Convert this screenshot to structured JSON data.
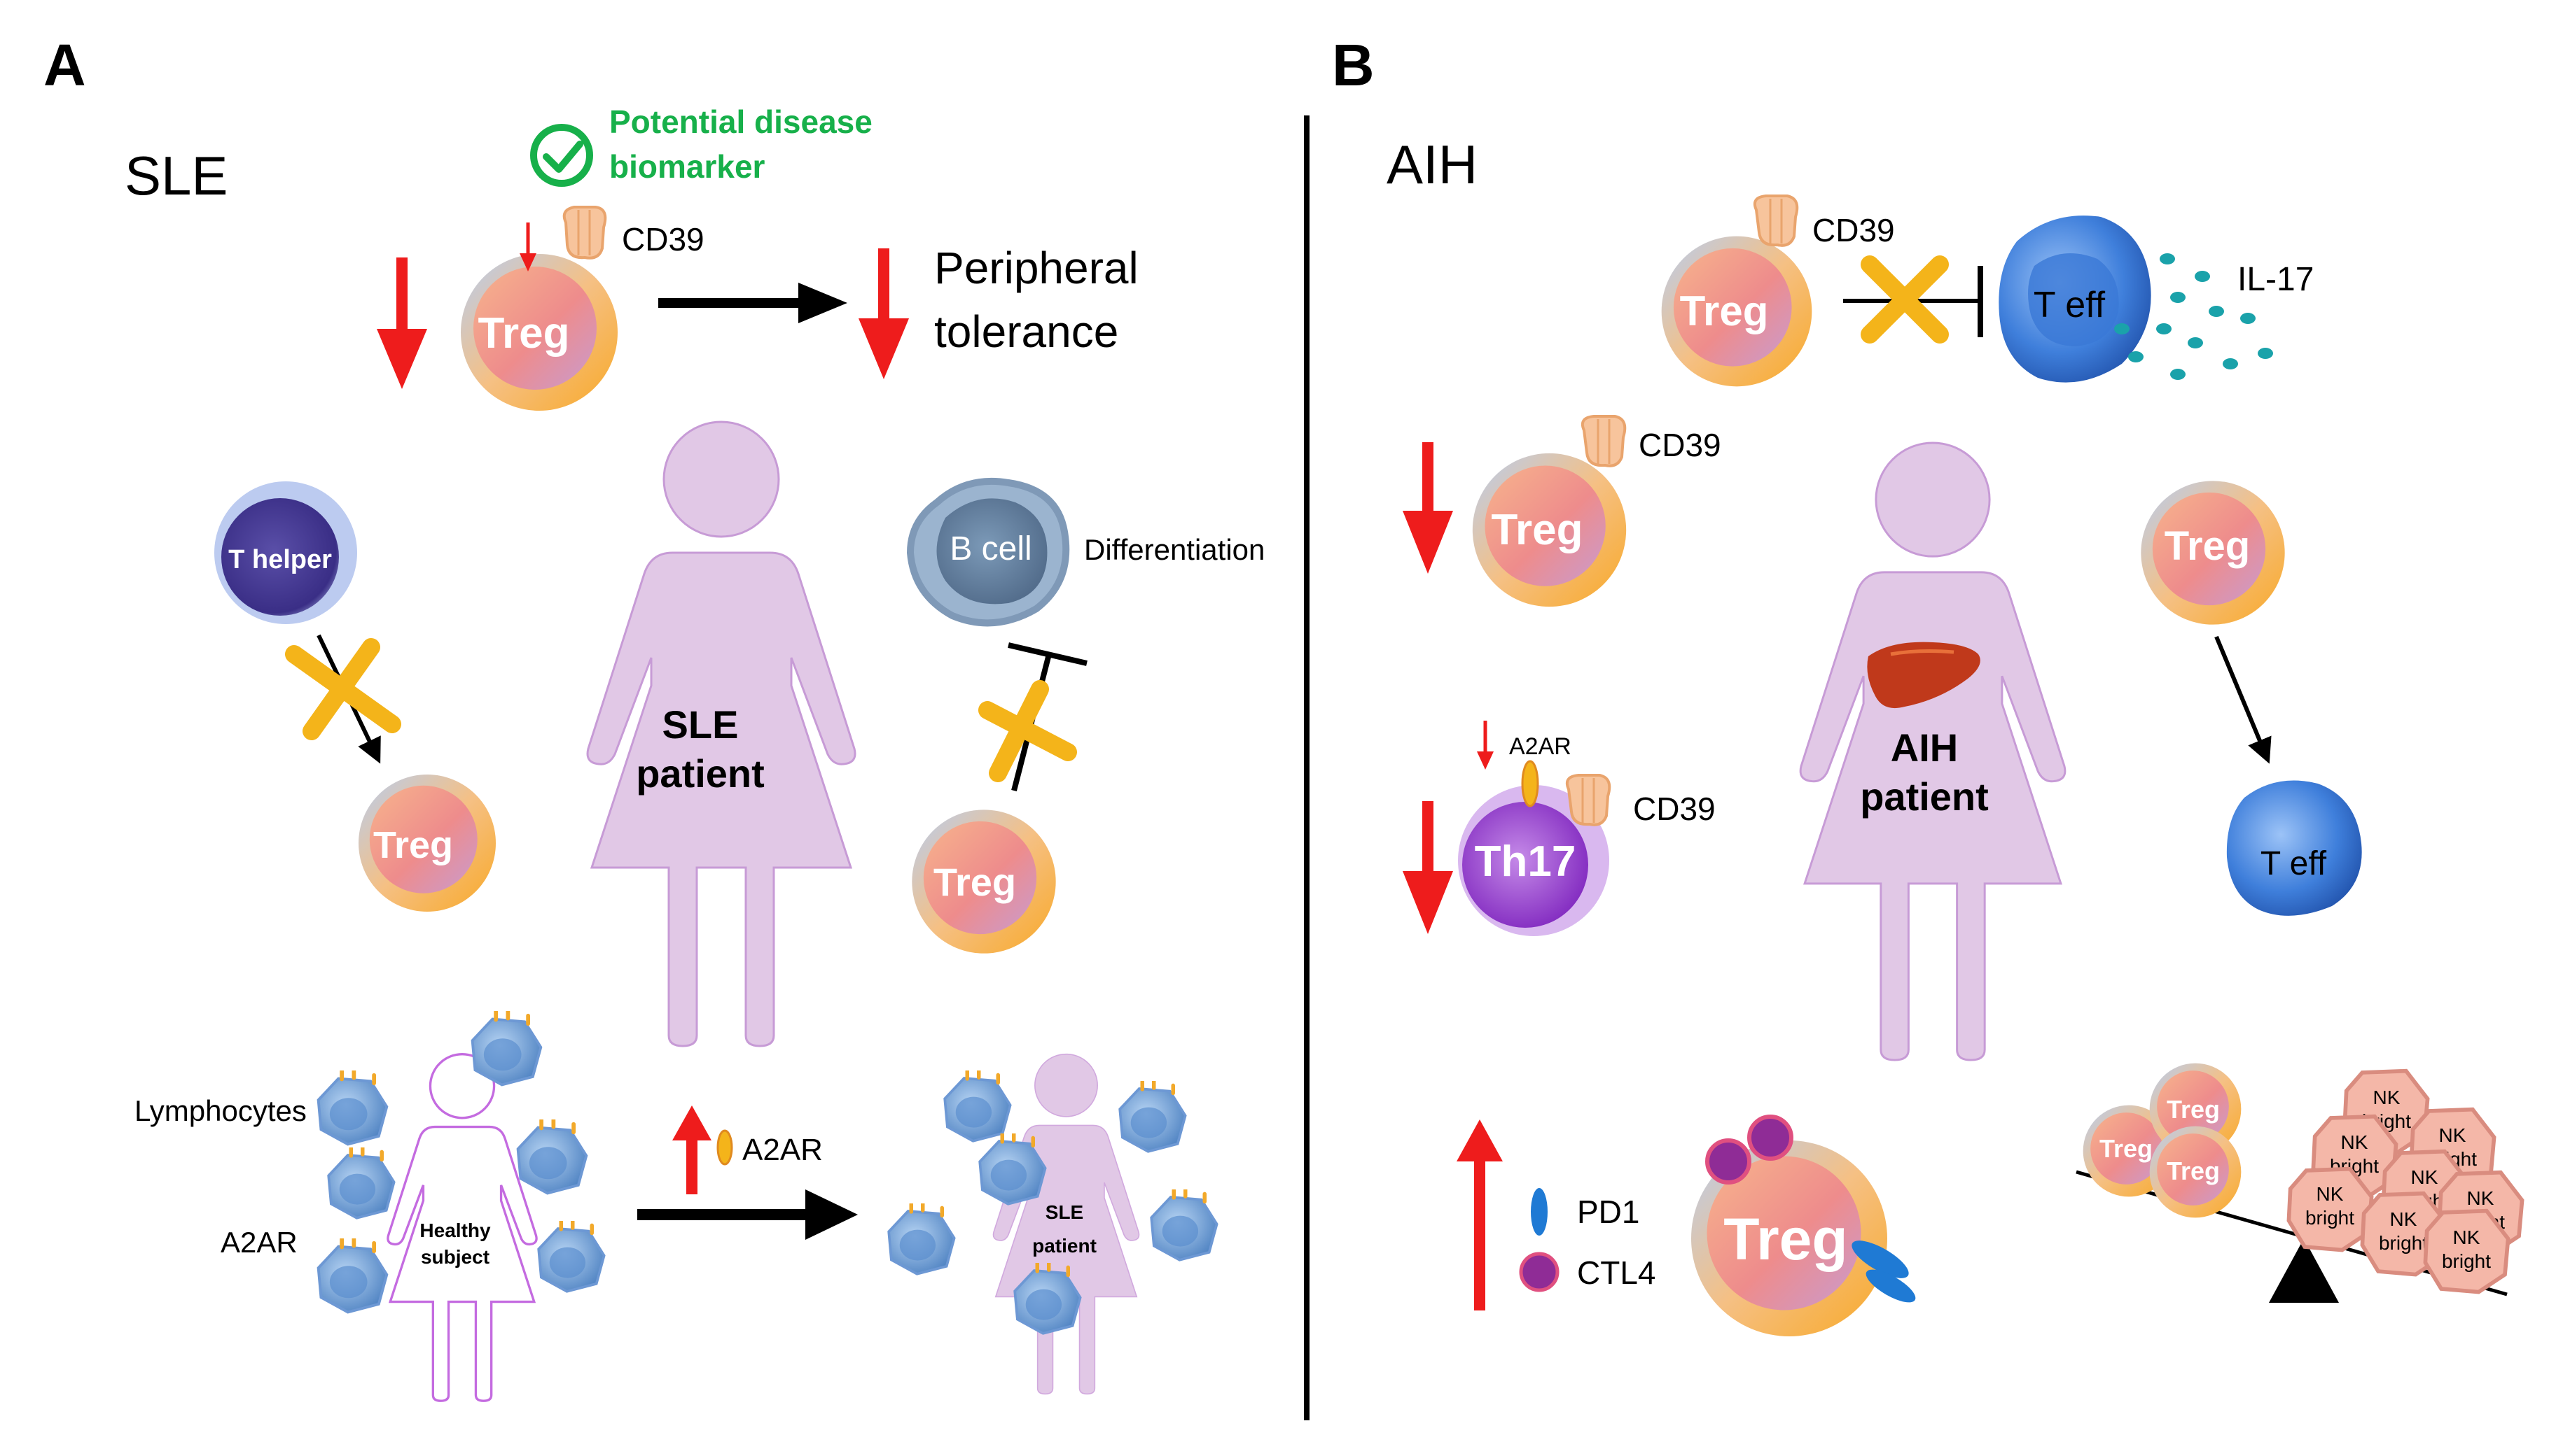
{
  "panels": {
    "a": {
      "letter": "A",
      "title": "SLE",
      "biomarker_line1": "Potential disease",
      "biomarker_line2": "biomarker",
      "cd39": "CD39",
      "tolerance_line1": "Peripheral",
      "tolerance_line2": "tolerance",
      "treg": "Treg",
      "thelper": "T helper",
      "bcell": "B cell",
      "differentiation": "Differentiation",
      "patient_line1": "SLE",
      "patient_line2": "patient",
      "lymphocytes": "Lymphocytes",
      "a2ar_left": "A2AR",
      "healthy_line1": "Healthy",
      "healthy_line2": "subject",
      "a2ar_up": "A2AR",
      "sle_small_line1": "SLE",
      "sle_small_line2": "patient"
    },
    "b": {
      "letter": "B",
      "title": "AIH",
      "cd39": "CD39",
      "treg": "Treg",
      "teff": "T eff",
      "il17": "IL-17",
      "a2ar": "A2AR",
      "th17": "Th17",
      "patient_line1": "AIH",
      "patient_line2": "patient",
      "pd1": "PD1",
      "ctl4": "CTL4",
      "nk_line1": "NK",
      "nk_line2": "bright"
    }
  },
  "colors": {
    "red_arrow": "#ee1c1c",
    "green_check": "#17b04a",
    "x_mark": "#f4b41a",
    "silhouette": "#e1c8e6",
    "silhouette_stroke": "#c79bd6",
    "healthy_outline": "#c46be0",
    "treg_blue": "#a9c5ec",
    "treg_orange": "#f9b54b",
    "teff_blue": "#2f6fd0",
    "th17_purple": "#8a2dc5",
    "nk_pink": "#f3b2a4",
    "lymph_blue": "#4d86c9",
    "il17_dot": "#1aa2aa"
  },
  "icons": [
    "check-icon",
    "liver-icon",
    "balance-scale-icon",
    "cd39-receptor-icon",
    "a2ar-receptor-icon"
  ]
}
